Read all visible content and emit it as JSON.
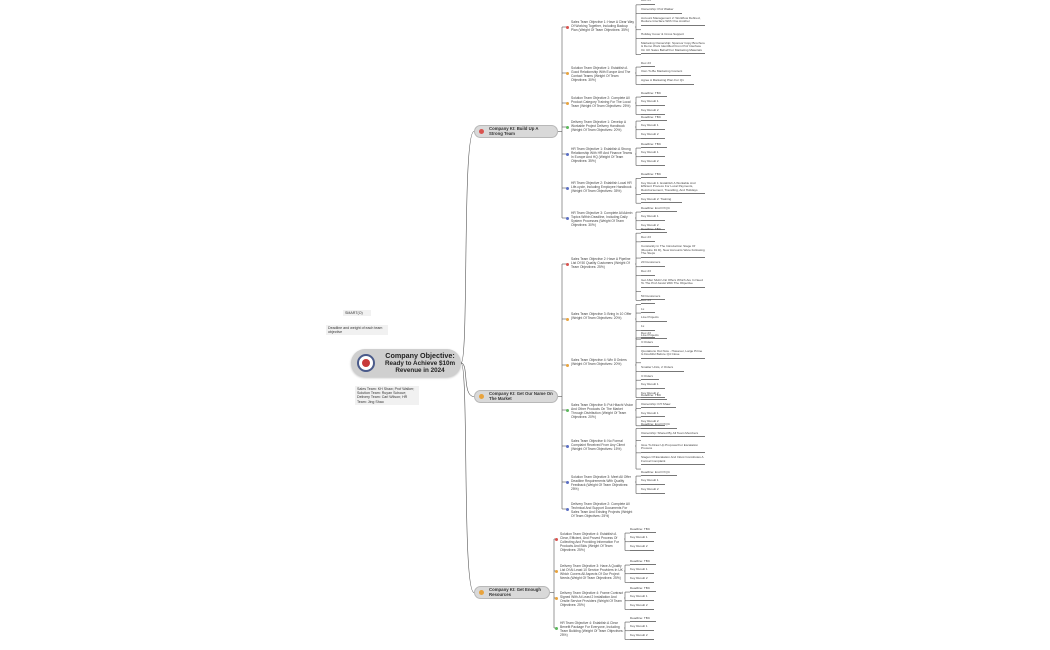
{
  "central": {
    "title": "Company Objective:",
    "subtitle": "Ready to Achieve $10m Revenue in 2024"
  },
  "notes": [
    {
      "id": "n1",
      "text": "SMART(O)"
    },
    {
      "id": "n2",
      "text": "Deadline and weight of each team objective"
    },
    {
      "id": "n3",
      "text": "Sales Team: KH Shaw; Prof Walker; Solution Team: Ruyan Schoue; Delivery Team: Carl Wilson; HR Team: Jing Shao"
    }
  ],
  "branches": [
    {
      "id": "b1",
      "label": "Company KI: Build Up A Strong Team",
      "color": "#d9534f"
    },
    {
      "id": "b2",
      "label": "Company KI: Get Our Name On The Market",
      "color": "#e8a33d"
    },
    {
      "id": "b3",
      "label": "Company KI: Get Enough Resources",
      "color": "#e8a33d"
    }
  ],
  "objectives": [
    {
      "id": "o1",
      "branch": "b1",
      "color": "#d9534f",
      "text": "Sales Team Objective 1: Have A Clear Way Of Working Together, Including Backup Plan (Weight Of Team Objectives: 35%)",
      "leaves": [
        "Dec 23",
        "Ownership: Prof Walker",
        "Account Management 2: Workflow Defined, Reduce Interface With One Another",
        "Holiday Cover & Cross Support",
        "Marketing Ownership: Sponsor Copy Brochure & Demo Work Identified From Prof Interface On UK Sales Behalf For Marketing Materials"
      ]
    },
    {
      "id": "o2",
      "branch": "b1",
      "color": "#e8a33d",
      "text": "Solution Team Objective 1: Establish A Good Relationship With Europe And The Contact Teams (Weight Of Team Objectives: 30%)",
      "leaves": [
        "Dec 23",
        "Own To Be Marketing Content",
        "Agree A Marketing Plan For Q1"
      ]
    },
    {
      "id": "o3",
      "branch": "b1",
      "color": "#e8a33d",
      "text": "Solution Team Objective 2: Complete All Product Category Training For The Local Team (Weight Of Team Objectives: 25%)",
      "leaves": [
        "Deadline: TBC",
        "Key Result 1",
        "Key Result 2"
      ]
    },
    {
      "id": "o4",
      "branch": "b1",
      "color": "#5cb85c",
      "text": "Delivery Team Objective 1: Develop A Workable Project Delivery Handbook (Weight Of Team Objectives: 20%)",
      "leaves": [
        "Deadline: TBC",
        "Key Result 1",
        "Key Result 2"
      ]
    },
    {
      "id": "o5",
      "branch": "b1",
      "color": "#5b6fc4",
      "text": "HR Team Objective 1: Establish A Strong Relationship With HR And Finance Teams In Europe And HQ (Weight Of Team Objectives: 35%)",
      "leaves": [
        "Deadline: TBC",
        "Key Result 1",
        "Key Result 2"
      ]
    },
    {
      "id": "o6",
      "branch": "b1",
      "color": "#5b6fc4",
      "text": "HR Team Objective 2: Establish Local HR Life-cycle, Including Employee Handbook (Weight Of Team Objectives: 35%)",
      "leaves": [
        "Deadline: TBC",
        "Key Result 1: Establish A Workable And Efficient Process For Local Payments, Reimbursement, Travelling, And Holidays",
        "Key Result 2: Training"
      ]
    },
    {
      "id": "o7",
      "branch": "b1",
      "color": "#5b6fc4",
      "text": "HR Team Objective 3: Complete All Admin Topics Within Deadline, Including Daily System Processes (Weight Of Team Objectives: 30%)",
      "leaves": [
        "Deadline: End Of Q4",
        "Key Result 1",
        "Key Result 2"
      ]
    },
    {
      "id": "o8",
      "branch": "b2",
      "color": "#d9534f",
      "text": "Sales Team Objective 2: Have A Pipeline List Of 50 Quality Customers (Weight Of Team Objectives: 25%)",
      "leaves": [
        "Deadline: TBC",
        "Dec 23",
        "Constantly In The Introduction Stage Of (Require Fit D), New Accounts Were Following The Steps",
        "20 Customers",
        "Dec 23",
        "Get After Multi Unit Offers Which Are In Need To The Prof Assist With The Objective",
        "50 Customers"
      ]
    },
    {
      "id": "o9",
      "branch": "b2",
      "color": "#e8a33d",
      "text": "Sales Team Objective 3: Bring In 10 Offer (Weight Of Team Objectives: 20%)",
      "leaves": [
        "Dec 23",
        "1x",
        "Live Projects",
        "1x",
        "Live Projects"
      ]
    },
    {
      "id": "o10",
      "branch": "b2",
      "color": "#e8a33d",
      "text": "Sales Team Objective 4: Win 8 Orders (Weight Of Team Objectives: 20%)",
      "leaves": [
        "Dec 23",
        "3 Orders",
        "Quotations Out Now - However, Large Prime Is Doubtful Before Q4 Close",
        "Smaller Units, 2 Orders",
        "3 Orders",
        "Key Result 1",
        "Key Result 2"
      ]
    },
    {
      "id": "o11",
      "branch": "b2",
      "color": "#5cb85c",
      "text": "Sales Team Objective 5: Put Hitachi Vision And Other Products On The Market Through Distribution (Weight Of Team Objectives: 20%)",
      "leaves": [
        "Deadline: TBC",
        "Ownership: KH Shaw",
        "Key Result 1",
        "Key Result 2"
      ]
    },
    {
      "id": "o12",
      "branch": "b2",
      "color": "#5b6fc4",
      "text": "Sales Team Objective 6: No Formal Complaint Received From Any Client (Weight Of Team Objectives: 15%)",
      "leaves": [
        "Deadline: End Of Q4",
        "Ownership: Shared By All Team Members",
        "Give To Draw Up Proposal For Escalation Process",
        "Stages Of Escalation And Infest Constitutes A Formal Complaint"
      ]
    },
    {
      "id": "o13",
      "branch": "b2",
      "color": "#5b6fc4",
      "text": "Solution Team Objective 3: Meet All Offer Deadline Requirements With Quality Feedback (Weight Of Team Objectives: 25%)",
      "leaves": [
        "Deadline: End Of Q4",
        "Key Result 1",
        "Key Result 2"
      ]
    },
    {
      "id": "o14",
      "branch": "b2",
      "color": "#5b6fc4",
      "text": "Delivery Team Objective 2: Complete All Technical And Support Documents For Sales Team And Existing Projects (Weight Of Team Objectives: 25%)",
      "leaves": []
    },
    {
      "id": "o15",
      "branch": "b3",
      "color": "#d9534f",
      "text": "Solution Team Objective 4: Establish A Clear, Efficient, And Proved Process Of Collecting And Providing Information For Products And Bids (Weight Of Team Objectives: 25%)",
      "leaves": [
        "Deadline: TBC",
        "Key Result 1",
        "Key Result 2"
      ]
    },
    {
      "id": "o16",
      "branch": "b3",
      "color": "#e8a33d",
      "text": "Delivery Team Objective 3: Have A Quality List Of At Least 10 Service Providers In UK Which Covers All Aspects Of Our Project Needs (Weight Of Team Objectives: 25%)",
      "leaves": [
        "Deadline: TBC",
        "Key Result 1",
        "Key Result 2"
      ]
    },
    {
      "id": "o17",
      "branch": "b3",
      "color": "#e8a33d",
      "text": "Delivery Team Objective 4: Frame Contract Signed With At Least 2 Installation And Onsite Service Providers (Weight Of Team Objectives: 25%)",
      "leaves": [
        "Deadline: TBC",
        "Key Result 1",
        "Key Result 2"
      ]
    },
    {
      "id": "o18",
      "branch": "b3",
      "color": "#5cb85c",
      "text": "HR Team Objective 4: Establish A Clear Benefit Package For Everyone, Including Team Building (Weight Of Team Objectives: 25%)",
      "leaves": [
        "Deadline: TBC",
        "Key Result 1",
        "Key Result 2"
      ]
    }
  ]
}
